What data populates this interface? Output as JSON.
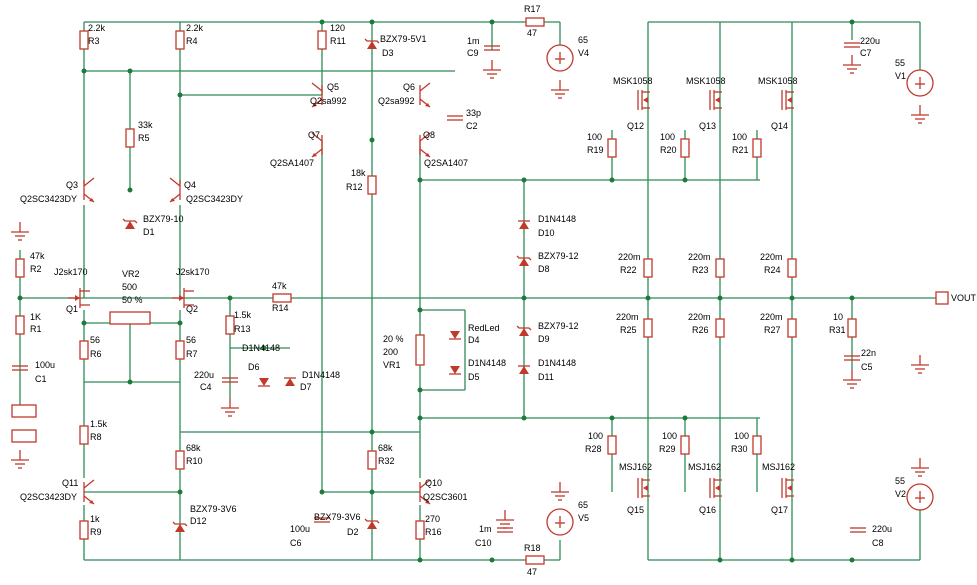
{
  "components": [
    {
      "id": "r3",
      "name": "resistor-r3",
      "ref": "R3",
      "value": "2.2k"
    },
    {
      "id": "r4",
      "name": "resistor-r4",
      "ref": "R4",
      "value": "2.2k"
    },
    {
      "id": "r11",
      "name": "resistor-r11",
      "ref": "R11",
      "value": "120"
    },
    {
      "id": "d3",
      "name": "zener-d3",
      "ref": "D3",
      "value": "BZX79-5V1"
    },
    {
      "id": "c9",
      "name": "capacitor-c9",
      "ref": "C9",
      "value": "1m"
    },
    {
      "id": "r17",
      "name": "resistor-r17",
      "ref": "R17",
      "value": "47"
    },
    {
      "id": "v4",
      "name": "voltage-source-v4",
      "ref": "V4",
      "value": "65"
    },
    {
      "id": "c7",
      "name": "capacitor-c7",
      "ref": "C7",
      "value": "220u"
    },
    {
      "id": "v1",
      "name": "voltage-source-v1",
      "ref": "V1",
      "value": "55"
    },
    {
      "id": "q5",
      "name": "transistor-q5",
      "ref": "Q5",
      "value": "Q2sa992"
    },
    {
      "id": "q6",
      "name": "transistor-q6",
      "ref": "Q6",
      "value": "Q2sa992"
    },
    {
      "id": "c2",
      "name": "capacitor-c2",
      "ref": "C2",
      "value": "33p"
    },
    {
      "id": "q7",
      "name": "transistor-q7",
      "ref": "Q7",
      "value": "Q2SA1407"
    },
    {
      "id": "q8",
      "name": "transistor-q8",
      "ref": "Q8",
      "value": "Q2SA1407"
    },
    {
      "id": "r5",
      "name": "resistor-r5",
      "ref": "R5",
      "value": "33k"
    },
    {
      "id": "q12",
      "name": "mosfet-q12",
      "ref": "Q12",
      "value": "MSK1058"
    },
    {
      "id": "q13",
      "name": "mosfet-q13",
      "ref": "Q13",
      "value": "MSK1058"
    },
    {
      "id": "q14",
      "name": "mosfet-q14",
      "ref": "Q14",
      "value": "MSK1058"
    },
    {
      "id": "r19",
      "name": "resistor-r19",
      "ref": "R19",
      "value": "100"
    },
    {
      "id": "r20",
      "name": "resistor-r20",
      "ref": "R20",
      "value": "100"
    },
    {
      "id": "r21",
      "name": "resistor-r21",
      "ref": "R21",
      "value": "100"
    },
    {
      "id": "q3",
      "name": "transistor-q3",
      "ref": "Q3",
      "value": "Q2SC3423DY"
    },
    {
      "id": "q4",
      "name": "transistor-q4",
      "ref": "Q4",
      "value": "Q2SC3423DY"
    },
    {
      "id": "r12",
      "name": "resistor-r12",
      "ref": "R12",
      "value": "18k"
    },
    {
      "id": "d1",
      "name": "zener-d1",
      "ref": "D1",
      "value": "BZX79-10"
    },
    {
      "id": "d10",
      "name": "diode-d10",
      "ref": "D10",
      "value": "D1N4148"
    },
    {
      "id": "d8",
      "name": "zener-d8",
      "ref": "D8",
      "value": "BZX79-12"
    },
    {
      "id": "r2",
      "name": "resistor-r2",
      "ref": "R2",
      "value": "47k"
    },
    {
      "id": "q1",
      "name": "jfet-q1",
      "ref": "Q1",
      "value": "J2sk170"
    },
    {
      "id": "vr2",
      "name": "potentiometer-vr2",
      "ref": "VR2",
      "value": "500",
      "extra": "50 %"
    },
    {
      "id": "q2",
      "name": "jfet-q2",
      "ref": "Q2",
      "value": "J2sk170"
    },
    {
      "id": "r14",
      "name": "resistor-r14",
      "ref": "R14",
      "value": "47k"
    },
    {
      "id": "r22",
      "name": "resistor-r22",
      "ref": "R22",
      "value": "220m"
    },
    {
      "id": "r23",
      "name": "resistor-r23",
      "ref": "R23",
      "value": "220m"
    },
    {
      "id": "r24",
      "name": "resistor-r24",
      "ref": "R24",
      "value": "220m"
    },
    {
      "id": "r1",
      "name": "resistor-r1",
      "ref": "R1",
      "value": "1K"
    },
    {
      "id": "r13",
      "name": "resistor-r13",
      "ref": "R13",
      "value": "1.5k"
    },
    {
      "id": "r6",
      "name": "resistor-r6",
      "ref": "R6",
      "value": "56"
    },
    {
      "id": "r7",
      "name": "resistor-r7",
      "ref": "R7",
      "value": "56"
    },
    {
      "id": "d4",
      "name": "led-d4",
      "ref": "D4",
      "value": "RedLed"
    },
    {
      "id": "d9",
      "name": "zener-d9",
      "ref": "D9",
      "value": "BZX79-12"
    },
    {
      "id": "r25",
      "name": "resistor-r25",
      "ref": "R25",
      "value": "220m"
    },
    {
      "id": "r26",
      "name": "resistor-r26",
      "ref": "R26",
      "value": "220m"
    },
    {
      "id": "r27",
      "name": "resistor-r27",
      "ref": "R27",
      "value": "220m"
    },
    {
      "id": "r31",
      "name": "resistor-r31",
      "ref": "R31",
      "value": "10"
    },
    {
      "id": "vr1",
      "name": "potentiometer-vr1",
      "ref": "VR1",
      "value": "200",
      "extra": "20 %"
    },
    {
      "id": "c1",
      "name": "capacitor-c1",
      "ref": "C1",
      "value": "100u"
    },
    {
      "id": "c4",
      "name": "capacitor-c4",
      "ref": "C4",
      "value": "220u"
    },
    {
      "id": "d6",
      "name": "diode-d6",
      "ref": "D6",
      "value": "D1N4148"
    },
    {
      "id": "d7",
      "name": "diode-d7",
      "ref": "D7",
      "value": "D1N4148"
    },
    {
      "id": "d5",
      "name": "diode-d5",
      "ref": "D5",
      "value": "D1N4148"
    },
    {
      "id": "d11",
      "name": "diode-d11",
      "ref": "D11",
      "value": "D1N4148"
    },
    {
      "id": "c5",
      "name": "capacitor-c5",
      "ref": "C5",
      "value": "22n"
    },
    {
      "id": "r8",
      "name": "resistor-r8",
      "ref": "R8",
      "value": "1.5k"
    },
    {
      "id": "r28",
      "name": "resistor-r28",
      "ref": "R28",
      "value": "100"
    },
    {
      "id": "r29",
      "name": "resistor-r29",
      "ref": "R29",
      "value": "100"
    },
    {
      "id": "r30",
      "name": "resistor-r30",
      "ref": "R30",
      "value": "100"
    },
    {
      "id": "r10",
      "name": "resistor-r10",
      "ref": "R10",
      "value": "68k"
    },
    {
      "id": "r32",
      "name": "resistor-r32",
      "ref": "R32",
      "value": "68k"
    },
    {
      "id": "q15",
      "name": "mosfet-q15",
      "ref": "Q15",
      "value": "MSJ162"
    },
    {
      "id": "q16",
      "name": "mosfet-q16",
      "ref": "Q16",
      "value": "MSJ162"
    },
    {
      "id": "q17",
      "name": "mosfet-q17",
      "ref": "Q17",
      "value": "MSJ162"
    },
    {
      "id": "v2",
      "name": "voltage-source-v2",
      "ref": "V2",
      "value": "55"
    },
    {
      "id": "q11",
      "name": "transistor-q11",
      "ref": "Q11",
      "value": "Q2SC3423DY"
    },
    {
      "id": "q10",
      "name": "transistor-q10",
      "ref": "Q10",
      "value": "Q2SC3601"
    },
    {
      "id": "v5",
      "name": "voltage-source-v5",
      "ref": "V5",
      "value": "65"
    },
    {
      "id": "r9",
      "name": "resistor-r9",
      "ref": "R9",
      "value": "1k"
    },
    {
      "id": "d12",
      "name": "zener-d12",
      "ref": "D12",
      "value": "BZX79-3V6"
    },
    {
      "id": "d2",
      "name": "zener-d2",
      "ref": "D2",
      "value": "BZX79-3V6"
    },
    {
      "id": "c6",
      "name": "capacitor-c6",
      "ref": "C6",
      "value": "100u"
    },
    {
      "id": "r16",
      "name": "resistor-r16",
      "ref": "R16",
      "value": "270"
    },
    {
      "id": "c10",
      "name": "capacitor-c10",
      "ref": "C10",
      "value": "1m"
    },
    {
      "id": "r18",
      "name": "resistor-r18",
      "ref": "R18",
      "value": "47"
    },
    {
      "id": "c8",
      "name": "capacitor-c8",
      "ref": "C8",
      "value": "220u"
    }
  ],
  "output": {
    "label": "VOUT"
  }
}
